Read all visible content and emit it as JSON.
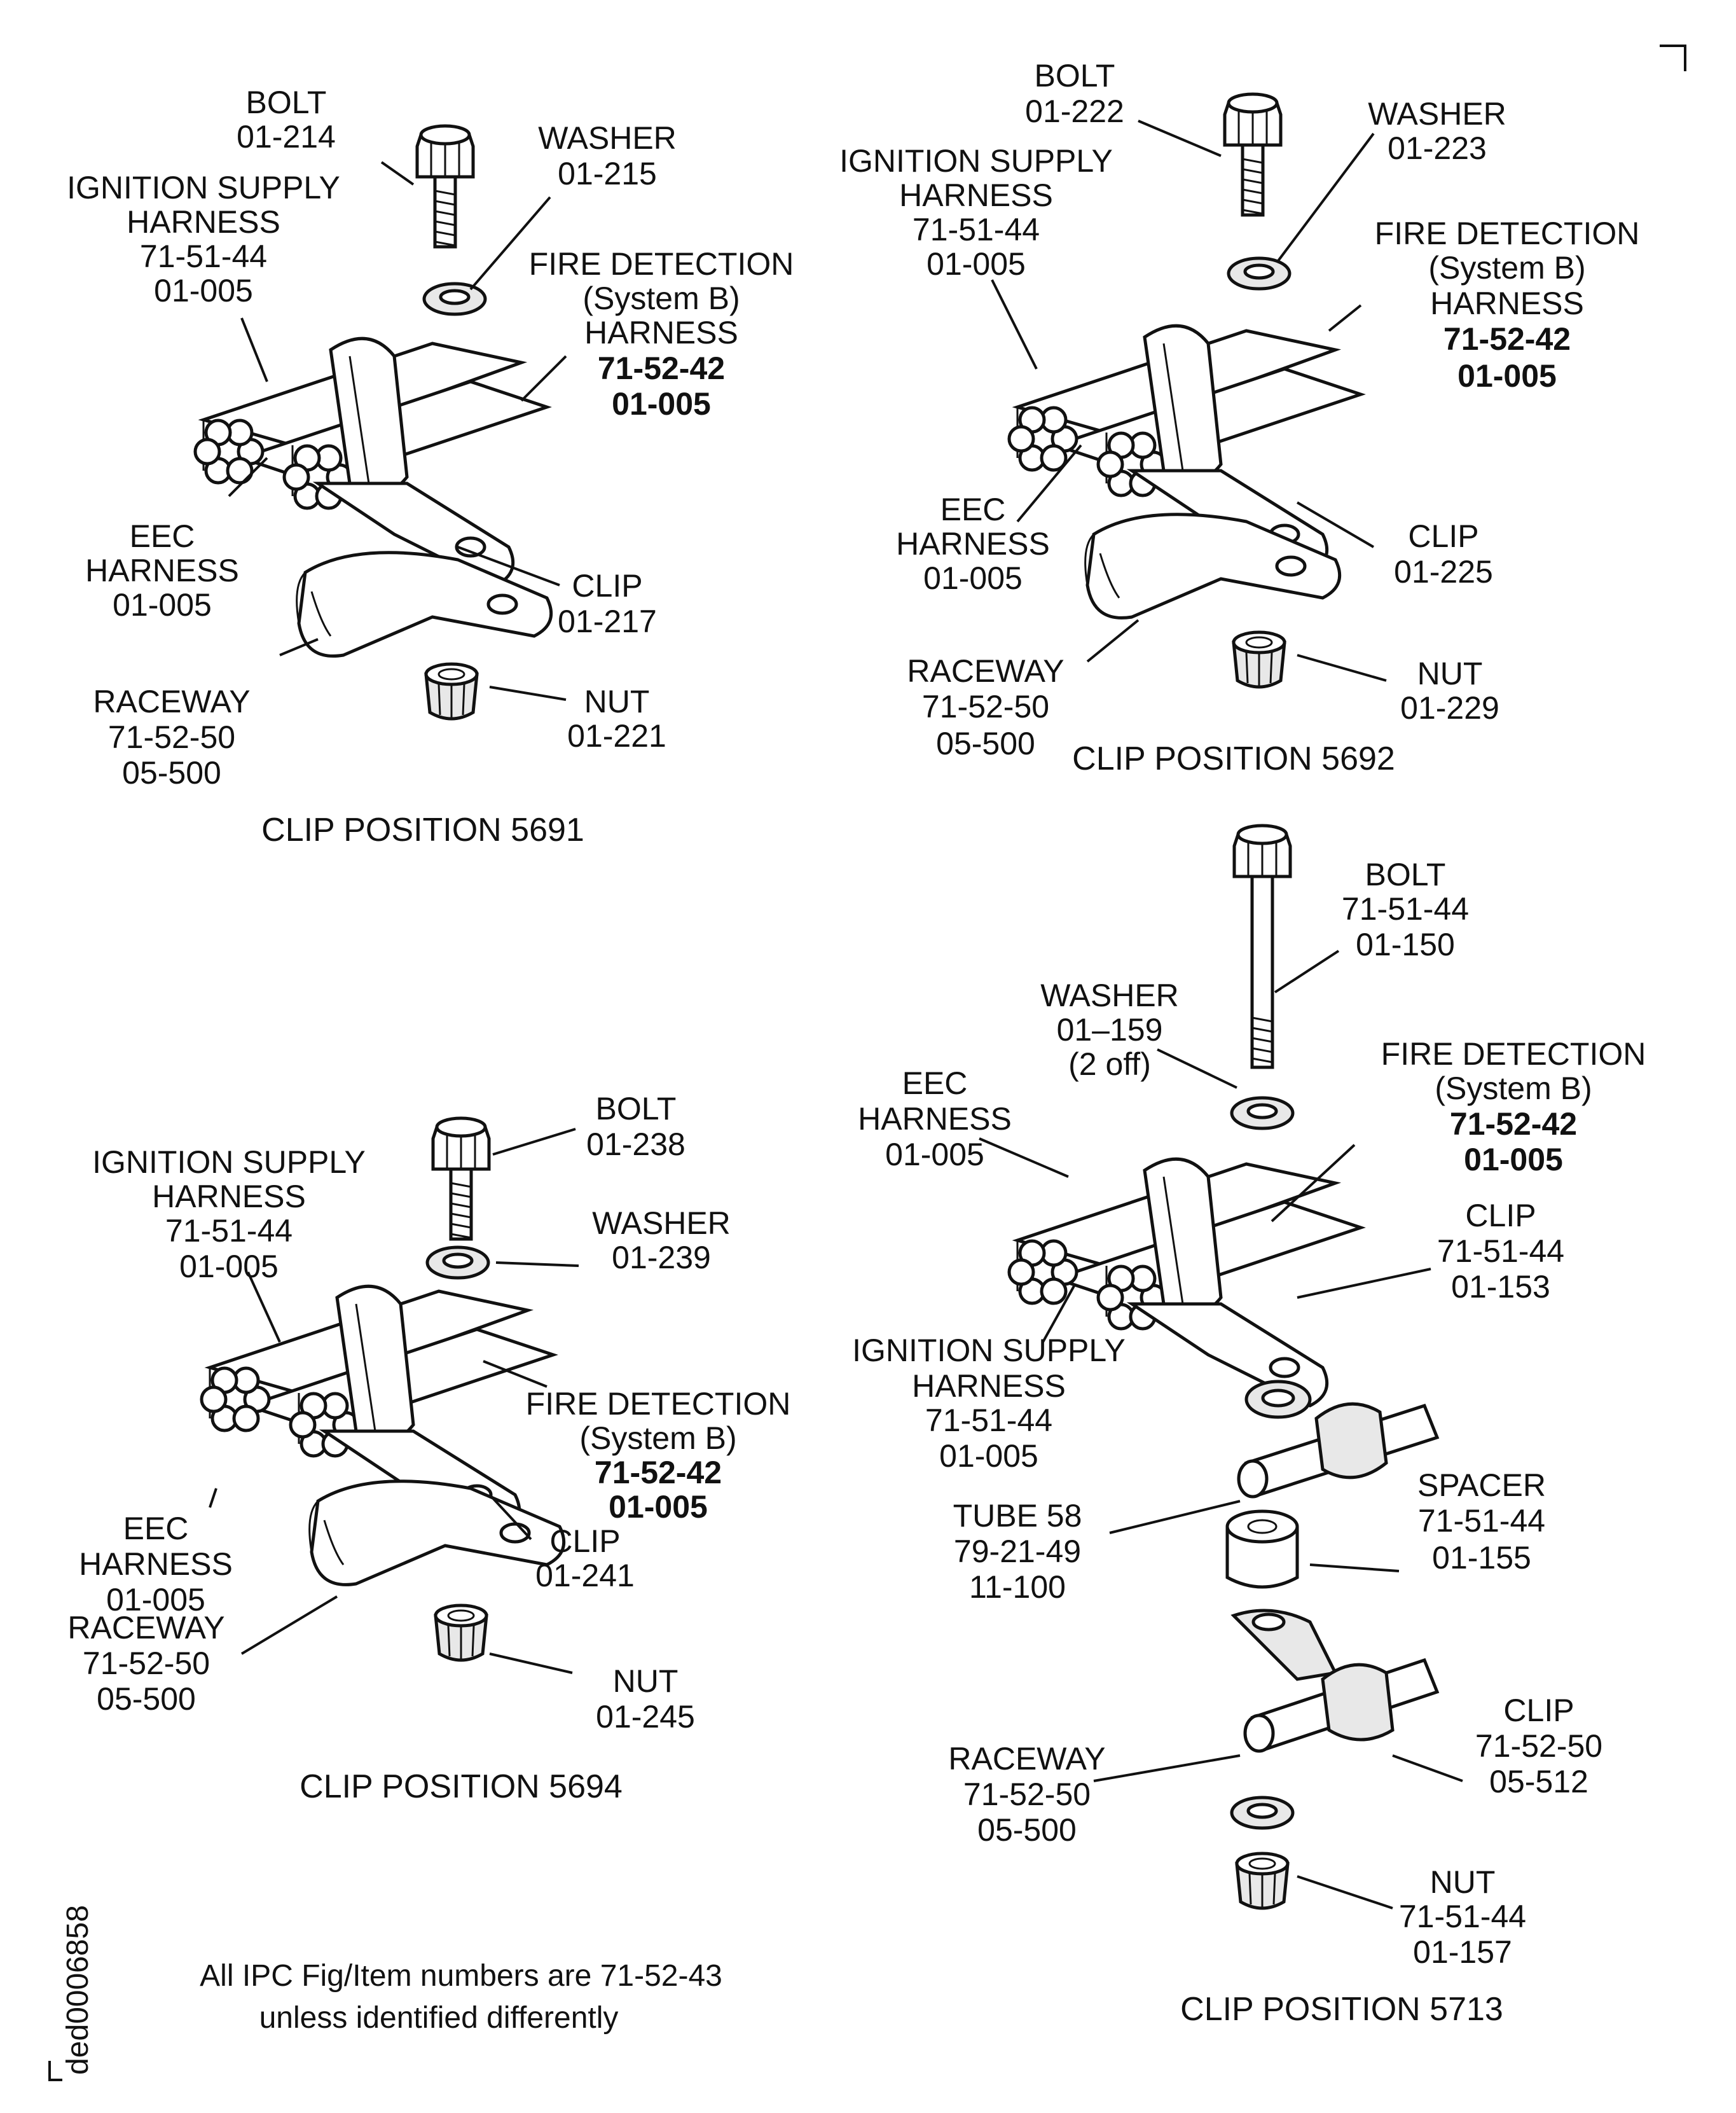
{
  "figure_id": "ded0006858",
  "note": [
    "All IPC Fig/Item numbers are 71-52-43",
    "unless identified differently"
  ],
  "positions": [
    {
      "caption": "CLIP POSITION 5691",
      "labels": [
        {
          "lines": [
            "BOLT",
            "01-214"
          ]
        },
        {
          "lines": [
            "WASHER",
            "01-215"
          ]
        },
        {
          "lines": [
            "IGNITION SUPPLY",
            "HARNESS",
            "71-51-44",
            "01-005"
          ]
        },
        {
          "lines": [
            "FIRE DETECTION",
            "(System B)",
            "HARNESS",
            "71-52-42",
            "01-005"
          ]
        },
        {
          "lines": [
            "EEC",
            "HARNESS",
            "01-005"
          ]
        },
        {
          "lines": [
            "CLIP",
            "01-217"
          ]
        },
        {
          "lines": [
            "RACEWAY",
            "71-52-50",
            "05-500"
          ]
        },
        {
          "lines": [
            "NUT",
            "01-221"
          ]
        }
      ]
    },
    {
      "caption": "CLIP POSITION 5692",
      "labels": [
        {
          "lines": [
            "BOLT",
            "01-222"
          ]
        },
        {
          "lines": [
            "WASHER",
            "01-223"
          ]
        },
        {
          "lines": [
            "IGNITION SUPPLY",
            "HARNESS",
            "71-51-44",
            "01-005"
          ]
        },
        {
          "lines": [
            "FIRE DETECTION",
            "(System B)",
            "HARNESS",
            "71-52-42",
            "01-005"
          ]
        },
        {
          "lines": [
            "EEC",
            "HARNESS",
            "01-005"
          ]
        },
        {
          "lines": [
            "CLIP",
            "01-225"
          ]
        },
        {
          "lines": [
            "RACEWAY",
            "71-52-50",
            "05-500"
          ]
        },
        {
          "lines": [
            "NUT",
            "01-229"
          ]
        }
      ]
    },
    {
      "caption": "CLIP POSITION 5694",
      "labels": [
        {
          "lines": [
            "BOLT",
            "01-238"
          ]
        },
        {
          "lines": [
            "IGNITION SUPPLY",
            "HARNESS",
            "71-51-44",
            "01-005"
          ]
        },
        {
          "lines": [
            "WASHER",
            "01-239"
          ]
        },
        {
          "lines": [
            "FIRE DETECTION",
            "(System B)",
            "71-52-42",
            "01-005"
          ]
        },
        {
          "lines": [
            "EEC",
            "HARNESS",
            "01-005"
          ]
        },
        {
          "lines": [
            "CLIP",
            "01-241"
          ]
        },
        {
          "lines": [
            "RACEWAY",
            "71-52-50",
            "05-500"
          ]
        },
        {
          "lines": [
            "NUT",
            "01-245"
          ]
        }
      ]
    },
    {
      "caption": "CLIP POSITION 5713",
      "labels": [
        {
          "lines": [
            "BOLT",
            "71-51-44",
            "01-150"
          ]
        },
        {
          "lines": [
            "WASHER",
            "01–159",
            "(2 off)"
          ]
        },
        {
          "lines": [
            "EEC",
            "HARNESS",
            "01-005"
          ]
        },
        {
          "lines": [
            "FIRE DETECTION",
            "(System B)",
            "71-52-42",
            "01-005"
          ]
        },
        {
          "lines": [
            "CLIP",
            "71-51-44",
            "01-153"
          ]
        },
        {
          "lines": [
            "IGNITION SUPPLY",
            "HARNESS",
            "71-51-44",
            "01-005"
          ]
        },
        {
          "lines": [
            "TUBE 58",
            "79-21-49",
            "11-100"
          ]
        },
        {
          "lines": [
            "SPACER",
            "71-51-44",
            "01-155"
          ]
        },
        {
          "lines": [
            "CLIP",
            "71-52-50",
            "05-512"
          ]
        },
        {
          "lines": [
            "RACEWAY",
            "71-52-50",
            "05-500"
          ]
        },
        {
          "lines": [
            "NUT",
            "71-51-44",
            "01-157"
          ]
        }
      ]
    }
  ]
}
